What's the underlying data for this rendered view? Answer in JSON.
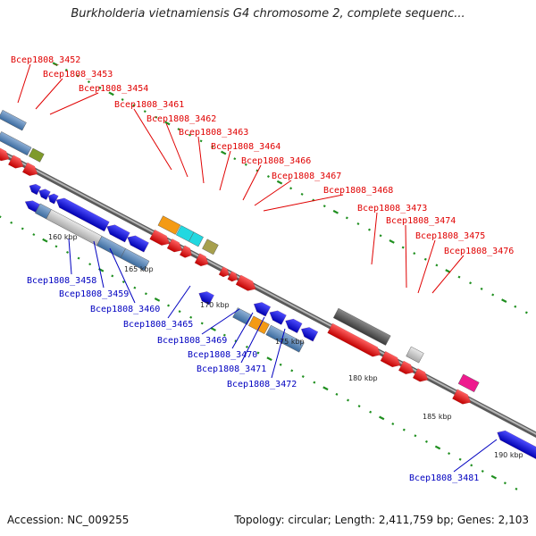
{
  "title": "Burkholderia vietnamiensis G4 chromosome 2, complete sequenc...",
  "footer": {
    "accession": "Accession: NC_009255",
    "summary": "Topology: circular; Length: 2,411,759 bp; Genes: 2,103"
  },
  "colors": {
    "forward_label": "#e00000",
    "reverse_label": "#0000c0",
    "backbone": "#8a8a8a",
    "tick": "#1f8f1f"
  },
  "scale_labels": [
    "160 kbp",
    "165 kbp",
    "170 kbp",
    "175 kbp",
    "180 kbp",
    "185 kbp",
    "190 kbp"
  ],
  "forward_genes": [
    "Bcep1808_3452",
    "Bcep1808_3453",
    "Bcep1808_3454",
    "Bcep1808_3461",
    "Bcep1808_3462",
    "Bcep1808_3463",
    "Bcep1808_3464",
    "Bcep1808_3466",
    "Bcep1808_3467",
    "Bcep1808_3468",
    "Bcep1808_3473",
    "Bcep1808_3474",
    "Bcep1808_3475",
    "Bcep1808_3476"
  ],
  "reverse_genes": [
    "Bcep1808_3458",
    "Bcep1808_3459",
    "Bcep1808_3460",
    "Bcep1808_3465",
    "Bcep1808_3469",
    "Bcep1808_3470",
    "Bcep1808_3471",
    "Bcep1808_3472",
    "Bcep1808_3481"
  ]
}
